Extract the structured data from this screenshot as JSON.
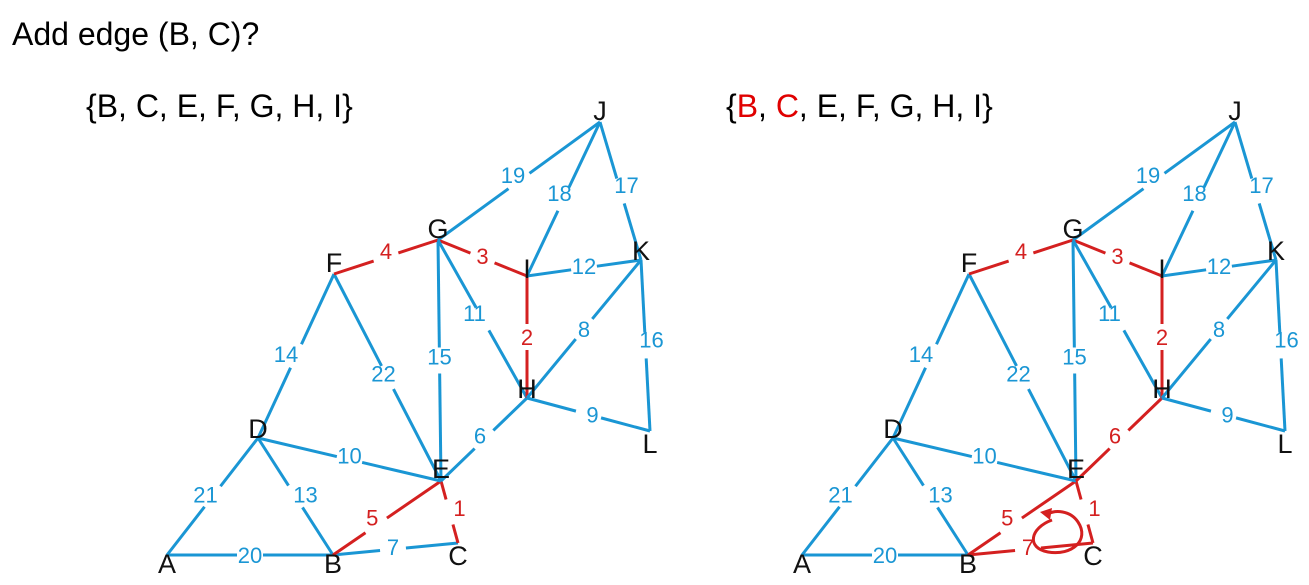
{
  "title": "Add edge (B, C)?",
  "left_panel": {
    "set_text": "{B, C, E, F, G, H, I}"
  },
  "right_panel": {
    "set_parts": [
      "{",
      "B",
      ", ",
      "C",
      ", E, F, G, H, I}"
    ]
  },
  "colors": {
    "tree": "#d42020",
    "other": "#1a96d4",
    "node": "#111111"
  },
  "nodes": [
    "A",
    "B",
    "C",
    "D",
    "E",
    "F",
    "G",
    "H",
    "I",
    "J",
    "K",
    "L"
  ],
  "edges": [
    {
      "u": "A",
      "v": "B",
      "w": "20"
    },
    {
      "u": "A",
      "v": "D",
      "w": "21"
    },
    {
      "u": "B",
      "v": "C",
      "w": "7"
    },
    {
      "u": "B",
      "v": "D",
      "w": "13"
    },
    {
      "u": "B",
      "v": "E",
      "w": "5"
    },
    {
      "u": "C",
      "v": "E",
      "w": "1"
    },
    {
      "u": "D",
      "v": "E",
      "w": "10"
    },
    {
      "u": "D",
      "v": "F",
      "w": "14"
    },
    {
      "u": "E",
      "v": "F",
      "w": "22"
    },
    {
      "u": "E",
      "v": "G",
      "w": "15"
    },
    {
      "u": "E",
      "v": "H",
      "w": "6"
    },
    {
      "u": "F",
      "v": "G",
      "w": "4"
    },
    {
      "u": "G",
      "v": "I",
      "w": "3"
    },
    {
      "u": "G",
      "v": "H",
      "w": "11"
    },
    {
      "u": "G",
      "v": "J",
      "w": "19"
    },
    {
      "u": "H",
      "v": "I",
      "w": "2"
    },
    {
      "u": "H",
      "v": "K",
      "w": "8"
    },
    {
      "u": "H",
      "v": "L",
      "w": "9"
    },
    {
      "u": "I",
      "v": "J",
      "w": "18"
    },
    {
      "u": "I",
      "v": "K",
      "w": "12"
    },
    {
      "u": "J",
      "v": "K",
      "w": "17"
    },
    {
      "u": "K",
      "v": "L",
      "w": "16"
    }
  ],
  "left_graph": {
    "tree_edges": [
      "C-E",
      "B-E",
      "F-G",
      "G-I",
      "H-I"
    ]
  },
  "right_graph": {
    "tree_edges": [
      "C-E",
      "B-E",
      "F-G",
      "G-I",
      "H-I",
      "E-H",
      "B-C"
    ],
    "cycle_marker": true
  }
}
